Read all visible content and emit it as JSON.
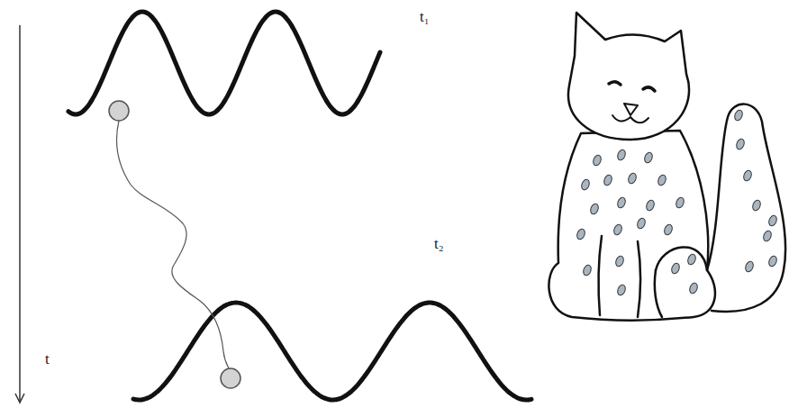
{
  "diagram": {
    "labels": [
      "t₁",
      "t₂",
      "t"
    ]
  }
}
